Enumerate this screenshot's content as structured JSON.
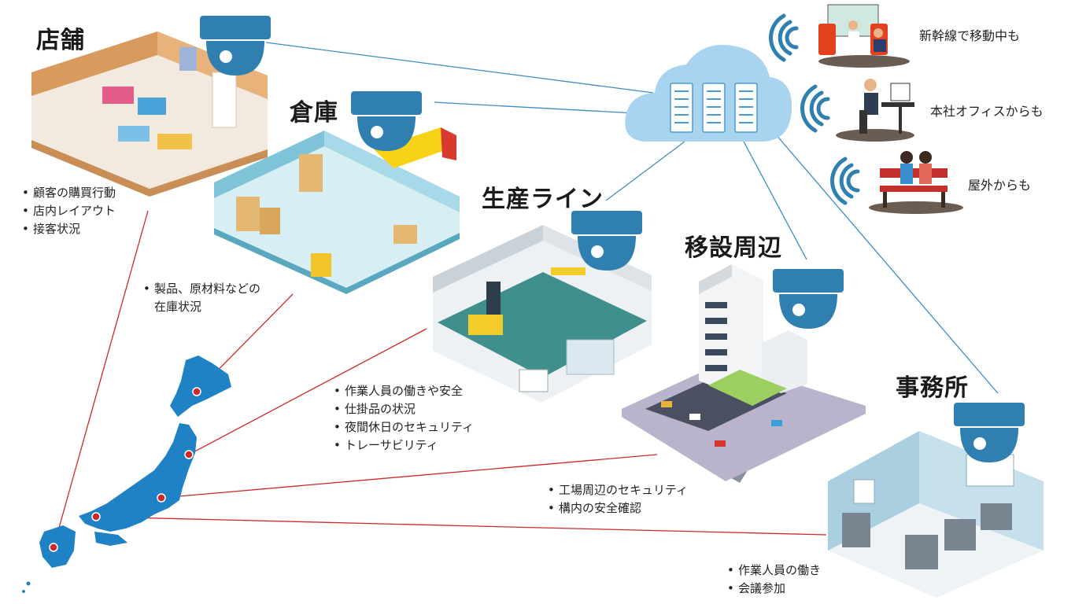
{
  "locations": {
    "store": {
      "title": "店舗",
      "bullets": [
        "顧客の購買行動",
        "店内レイアウト",
        "接客状況"
      ]
    },
    "warehouse": {
      "title": "倉庫",
      "bullets": [
        "製品、原材料などの",
        "在庫状況"
      ]
    },
    "production": {
      "title": "生産ライン",
      "bullets": [
        "作業人員の働きや安全",
        "仕掛品の状況",
        "夜間休日のセキュリティ",
        "トレーサビリティ"
      ]
    },
    "facility": {
      "title": "移設周辺",
      "bullets": [
        "工場周辺のセキュリティ",
        "構内の安全確認"
      ]
    },
    "office": {
      "title": "事務所",
      "bullets": [
        "作業人員の働き",
        "会議参加"
      ]
    }
  },
  "remote_access": [
    {
      "label": "新幹線で移動中も"
    },
    {
      "label": "本社オフィスからも"
    },
    {
      "label": "屋外からも"
    }
  ],
  "colors": {
    "camera": "#2f7fb0",
    "cloud": "#a8d4ef",
    "network_line": "#3b8ec2",
    "map_line": "#cc2a2a",
    "japan_map": "#1f82c4"
  },
  "icons": [
    "dome-camera-icon",
    "cloud-server-icon",
    "wifi-signal-icon",
    "japan-map"
  ]
}
